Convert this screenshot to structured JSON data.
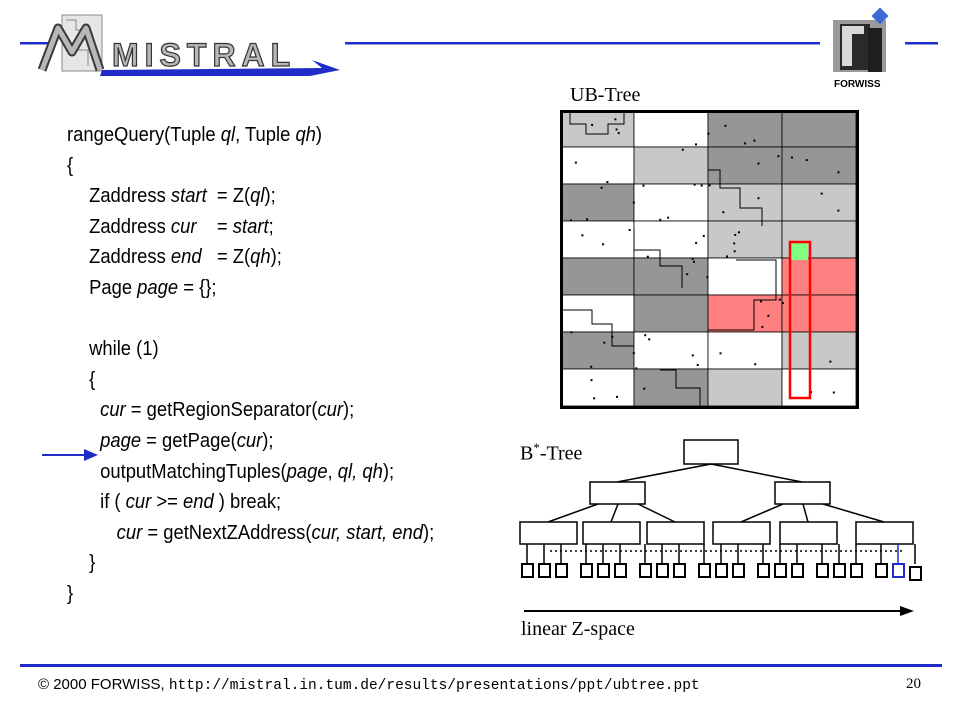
{
  "header": {
    "logo_text": "MISTRAL",
    "org_logo_text": "FORWISS",
    "rule_color": "#1f2cc8"
  },
  "code": {
    "lines": [
      [
        "rangeQuery(Tuple ",
        {
          "i": "ql"
        },
        ", Tuple ",
        {
          "i": "qh"
        },
        ")"
      ],
      [
        "{"
      ],
      [
        "Zaddress ",
        {
          "i": "start"
        },
        "  = Z(",
        {
          "i": "ql"
        },
        ");"
      ],
      [
        "Zaddress ",
        {
          "i": "cur"
        },
        "    = ",
        {
          "i": "start"
        },
        ";"
      ],
      [
        "Zaddress ",
        {
          "i": "end"
        },
        "   = Z(",
        {
          "i": "qh"
        },
        ");"
      ],
      [
        "Page ",
        {
          "i": "page"
        },
        " = {};"
      ],
      [
        ""
      ],
      [
        "while (1)"
      ],
      [
        "{"
      ],
      [
        {
          "i": "cur"
        },
        " = getRegionSeparator(",
        {
          "i": "cur"
        },
        ");"
      ],
      [
        {
          "i": "page"
        },
        " = getPage(",
        {
          "i": "cur"
        },
        ");"
      ],
      [
        "outputMatchingTuples(",
        {
          "i": "page"
        },
        ", ",
        {
          "i": "ql, qh"
        },
        ");"
      ],
      [
        "if ( ",
        {
          "i": "cur"
        },
        " >= ",
        {
          "i": "end"
        },
        " ) break;"
      ],
      [
        {
          "i": "cur"
        },
        " = getNextZAddress(",
        {
          "i": "cur, start, end"
        },
        ");"
      ],
      [
        "}"
      ],
      [
        "}"
      ]
    ],
    "indents": [
      0,
      0,
      24,
      24,
      24,
      24,
      24,
      24,
      24,
      36,
      36,
      36,
      36,
      54,
      24,
      0
    ],
    "pointer_line": 10
  },
  "ub_tree": {
    "caption": "UB-Tree",
    "colors": {
      "dark": "#969696",
      "light": "#c8c8c8",
      "white": "#ffffff",
      "query": "#ff8080",
      "page": "#80ff80",
      "outline": "#ff0000"
    }
  },
  "b_tree": {
    "caption_prefix": "B",
    "caption_sup": "*",
    "caption_suffix": "-Tree",
    "axis_label": "linear Z-space"
  },
  "footer": {
    "copyright": "© 2000 FORWISS,",
    "url": "http://mistral.in.tum.de/results/presentations/ppt/ubtree.ppt",
    "page_number": "20"
  }
}
